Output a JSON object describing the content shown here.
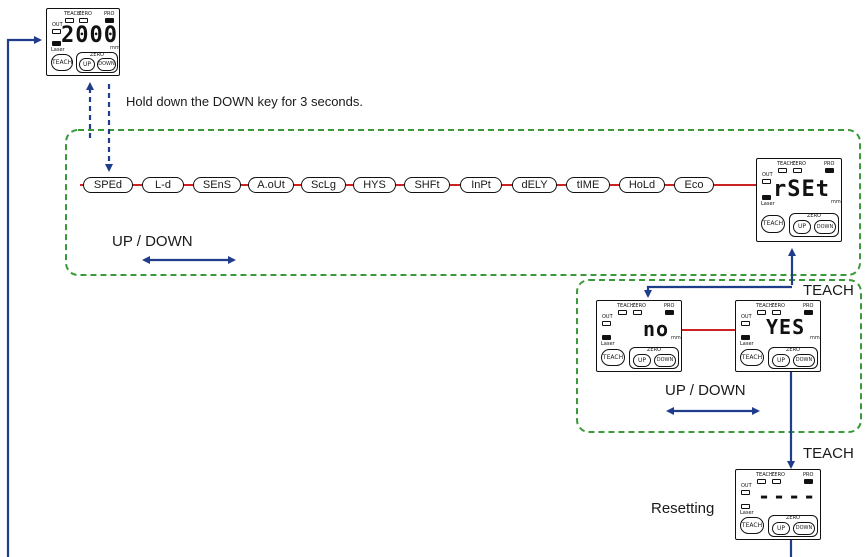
{
  "instruction": "Hold down the DOWN key for 3 seconds.",
  "menu_items": [
    "SPEd",
    "L-d",
    "SEnS",
    "A.oUt",
    "ScLg",
    "HYS",
    "SHFt",
    "InPt",
    "dELY",
    "tIME",
    "HoLd",
    "Eco"
  ],
  "updown_label": "UP / DOWN",
  "teach_label": "TEACH",
  "resetting_label": "Resetting",
  "display": {
    "top": "2000",
    "reset": "rSEt",
    "no": "no",
    "yes": "YES",
    "resetting": "----",
    "unit": "mm",
    "out": "OUT",
    "teach_ind": "TEACH",
    "zero_ind": "ZERO",
    "pro_ind": "PRO",
    "laser": "Laser",
    "teach_btn": "TEACH",
    "up_btn": "UP",
    "down_btn": "DOWN",
    "zero_small": "ZERO"
  },
  "colors": {
    "arrow": "#1f3d8a",
    "dash_box": "#3a9a3a",
    "link": "#cc2222"
  }
}
